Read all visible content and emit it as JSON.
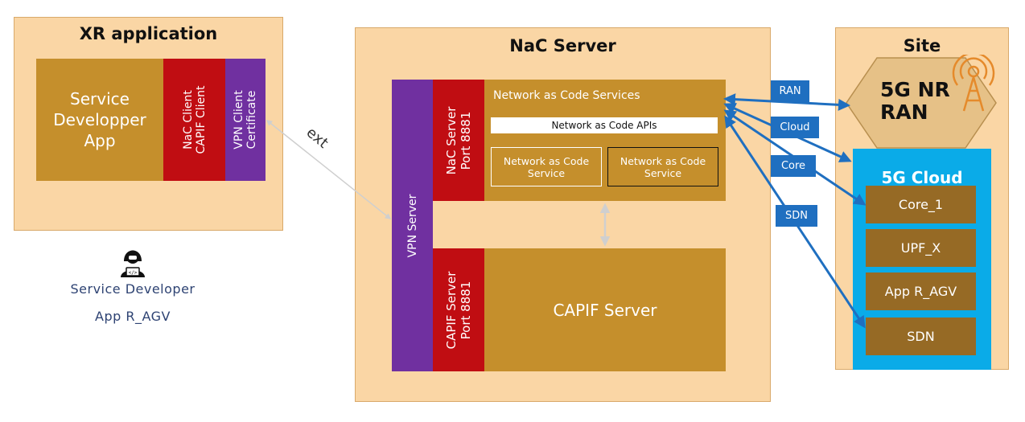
{
  "xr": {
    "title": "XR application",
    "app_label": "Service\nDevelopper\nApp",
    "nac_client": "NaC Client\nCAPIF Client",
    "vpn_client": "VPN Client\nCertificate"
  },
  "developer": {
    "line1": "Service Developer",
    "line2": "App R_AGV"
  },
  "ext_label": "ext",
  "nac": {
    "title": "NaC Server",
    "vpn_server": "VPN Server",
    "nac_server_port": "NaC Server\nPort 8881",
    "services_title": "Network as Code Services",
    "apis": "Network as Code APIs",
    "service1": "Network as Code\nService",
    "service2": "Network as Code\nService",
    "capif_port": "CAPIF Server\nPort 8881",
    "capif_server": "CAPIF Server"
  },
  "links": {
    "ran": "RAN",
    "cloud": "Cloud",
    "core": "Core",
    "sdn": "SDN"
  },
  "site": {
    "title": "Site",
    "ran_label": "5G NR\nRAN",
    "cloud_title": "5G Cloud",
    "items": [
      "Core_1",
      "UPF_X",
      "App R_AGV",
      "SDN"
    ]
  },
  "colors": {
    "panel": "#fad6a5",
    "gold": "#c58f2c",
    "red": "#c00d12",
    "purple": "#7030a0",
    "blue": "#1f6fc0",
    "cloud": "#0aabe8"
  },
  "icons": {
    "developer": "developer-avatar-icon",
    "antenna": "antenna-icon"
  }
}
